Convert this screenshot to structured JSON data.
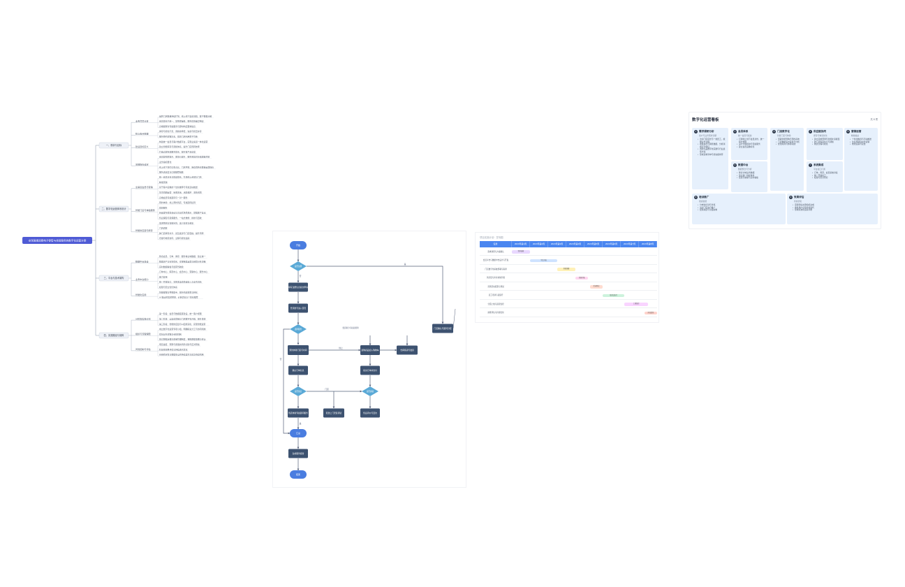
{
  "mindmap": {
    "root": "全球高端消费电子零售与体验服务的数字化运营方案",
    "branches": [
      {
        "label": "一、现状与目标",
        "subs": [
          {
            "label": "业务背景分析",
            "leaves": [
              "品牌门店数量持续扩张，线上线下渠道割裂，客户数据分散",
              "会员体系不统一，复购率偏低，服务体验差异明显",
              "高端客群对专属服务与即时响应要求提高"
            ]
          },
          {
            "label": "核心痛点梳理",
            "leaves": [
              "库存可视化不足，调拨效率低，缺货与积压并存",
              "服务预约流程冗长，体验门店利用率不均衡"
            ]
          },
          {
            "label": "建设目标定义",
            "leaves": [
              "构建统一会员与客户数据平台，实现全渠道一体化运营",
              "建立智能库存与调拨体系，提升门店周转效率",
              "打造高端专属服务体系，提升客户满意度"
            ]
          },
          {
            "label": "关键指标设定",
            "leaves": [
              "会员复购率提升、客单价提升、服务响应时长缩短等关键",
              "业务指标量化",
              "线上线下协同订单占比、门店坪效、库存周转天数等运营指标",
              "服务满意度与口碑推荐指数"
            ]
          }
        ]
      },
      {
        "label": "二、数字化运营体系设计",
        "subs": [
          {
            "label": "全渠道会员与营销",
            "leaves": [
              "统一会员身份与权益体系，打通线上商城与门店",
              "精准营销",
              "基于客户画像的个性化推荐与专属活动推送",
              "生命周期运营：新客激活、活跃维护、流失召回",
              "高端会员专属顾问与一对一服务"
            ]
          },
          {
            "label": "智能门店与体验服务",
            "leaves": [
              "预约体验：线上预约到店、专属顾问接待",
              "体验服务",
              "新品发布体验活动与沉浸式场景展示，增强客户互动",
              "售后保障与延保服务，一站式维修、换新与回收"
            ]
          },
          {
            "label": "智能供应链与库存",
            "leaves": [
              "需求预测与智能补货，减少缺货与积压",
              "门店调拨",
              "跨门店库存共享、就近发货与门店自提，提升周转",
              "仓储与物流协同，全程可视化追踪"
            ]
          }
        ]
      },
      {
        "label": "三、平台与技术架构",
        "subs": [
          {
            "label": "数据中台建设",
            "leaves": [
              "整合会员、订单、库存、服务等全域数据，建立统一",
              "数据资产与标签体系，支撑精准运营与经营分析决策",
              "实时数据看板与经营驾驶舱"
            ]
          },
          {
            "label": "业务中台能力",
            "leaves": [
              "订单中心、库存中心、会员中心、营销中心、服务中心",
              "能力复用",
              "统一开放接口，支撑多渠道快速接入与业务创新",
              "权限与安全管控体系"
            ]
          },
          {
            "label": "智能化应用",
            "leaves": [
              "智能客服与导购助手，提升响应效率与转化",
              "AI 驱动的需求预测、价格优化与个性化推荐"
            ]
          }
        ]
      },
      {
        "label": "四、实施路径与保障",
        "subs": [
          {
            "label": "分阶段实施计划",
            "leaves": [
              "第一阶段：会员与数据底座建设，统一客户视图",
              "第二阶段：全渠道营销与门店数字化升级，提升体验",
              "第三阶段：智能供应链与AI应用深化，实现智能运营"
            ]
          },
          {
            "label": "组织与流程保障",
            "leaves": [
              "成立数字化运营专项小组，明确职责分工与协同机制",
              "优化业务流程与考核机制",
              "建立数据治理与质量管理制度，保障数据准确与安全"
            ]
          },
          {
            "label": "风险控制与评估",
            "leaves": [
              "项目进度、预算与质量的风险识别与应对预案",
              "阶段性效果评估与持续迭代优化",
              "系统稳定性与数据安全的持续监控与应急响应机制"
            ]
          }
        ]
      }
    ]
  },
  "flowchart": {
    "nodes": {
      "start": "开始",
      "d1": "是否注册",
      "n1": "填写注册信息提交申请",
      "n2": "登录账号进入首页",
      "d2": "选择服务",
      "n3": "预约体验门店与时间",
      "n4": "选购商品加入购物车",
      "n5": "确认订单信息",
      "n6": "提交订单并支付",
      "n7": "门店确认与顾问分配",
      "n8": "仓库拣货与发货",
      "d3": "是否到店",
      "d4": "是否满意",
      "n9": "到店体验专属顾问服务",
      "n10": "配送上门安装调试",
      "n11": "售后评价与回访",
      "join": "汇总",
      "n12": "生成服务报告",
      "end": "结束",
      "side": "会员积分与权益更新"
    },
    "edge_labels": {
      "no": "否",
      "yes": "是",
      "online": "线上",
      "store": "门店"
    }
  },
  "gantt": {
    "title": "项目实施计划 · 甘特图",
    "headers": [
      "任务",
      "2024年第1周",
      "2024年第2周",
      "2024年第3周",
      "2024年第4周",
      "2024年第5周",
      "2024年第6周",
      "2024年第7周",
      "2024年第8周"
    ],
    "rows": [
      {
        "label": "需求调研与方案确认",
        "start": 0,
        "len": 1,
        "color": "#e9d8ff",
        "bar": "需求调研"
      },
      {
        "label": "会员平台与数据中台设计与开发",
        "start": 1,
        "len": 1.5,
        "color": "#cfe3ff",
        "bar": "平台开发"
      },
      {
        "label": "门店数字化系统部署与联调",
        "start": 2.5,
        "len": 1,
        "color": "#fff1b8",
        "bar": "系统部署"
      },
      {
        "label": "供应链与库存系统升级",
        "start": 3.5,
        "len": 0.7,
        "color": "#ffd6f0",
        "bar": "系统升级"
      },
      {
        "label": "营销活动配置与测试",
        "start": 4.3,
        "len": 0.7,
        "color": "#ffdcd0",
        "bar": "活动测试"
      },
      {
        "label": "员工培训与试运行",
        "start": 5,
        "len": 1.2,
        "color": "#ccf2dc",
        "bar": "培训试运行"
      },
      {
        "label": "全面上线与运营监控",
        "start": 6.2,
        "len": 1.3,
        "color": "#f9d4ff",
        "bar": "上线监控"
      },
      {
        "label": "效果评估与持续优化",
        "start": 7.3,
        "len": 0.7,
        "color": "#ffd3cc",
        "bar": "评估优化"
      }
    ]
  },
  "kanban": {
    "title": "数字化运营看板",
    "corner": "共 8 项",
    "cards": [
      {
        "num": "1",
        "name": "需求调研分析",
        "sub": "客户与业务现状诊断",
        "items": [
          "访谈门店店长与一线员工，梳理业务流程",
          "收集会员与销售数据，分析消费行为特征",
          "调研竞品数字化实践与行业最佳方案",
          "形成需求清单与优先级排序"
        ]
      },
      {
        "num": "2",
        "name": "会员体系",
        "sub": "统一会员与权益",
        "items": [
          "打通线上线下会员身份，统一积分规则",
          "设计分级权益与专属服务",
          "建立会员画像标签"
        ]
      },
      {
        "num": "3",
        "name": "门店数字化",
        "sub": "智能门店与体验",
        "items": [
          "部署智能导购与预约系统",
          "门店数据实时采集与分析",
          "优化陈列与体验动线"
        ]
      },
      {
        "num": "4",
        "name": "供应链协同",
        "sub": "库存与物流优化",
        "items": [
          "建立需求预测与智能补货模型",
          "跨门店库存共享与调拨",
          "物流全程可视化"
        ]
      },
      {
        "num": "5",
        "name": "营销运营",
        "sub": "精准触达",
        "items": [
          "个性化推荐与活动推送",
          "生命周期自动化营销",
          "效果追踪与复盘"
        ]
      },
      {
        "num": "6",
        "name": "数据中台",
        "sub": "数据整合与分析",
        "items": [
          "整合全域业务数据",
          "建立统一指标体系",
          "经营驾驶舱与实时看板"
        ]
      },
      {
        "num": "7",
        "name": "系统集成",
        "sub": "平台接口打通",
        "items": [
          "订单、库存、会员系统对接",
          "统一开放接口",
          "权限与安全管控"
        ]
      },
      {
        "num": "8",
        "name": "培训推广",
        "sub": "组织赋能",
        "items": [
          "分岗位培训与考核",
          "试点门店先行推广",
          "经验总结与全面复制"
        ]
      },
      {
        "num": "9",
        "name": "效果评估",
        "sub": "持续优化",
        "items": [
          "定期评估关键指标达成",
          "收集用户反馈持续迭代",
          "形成标准化运营手册"
        ]
      }
    ]
  }
}
